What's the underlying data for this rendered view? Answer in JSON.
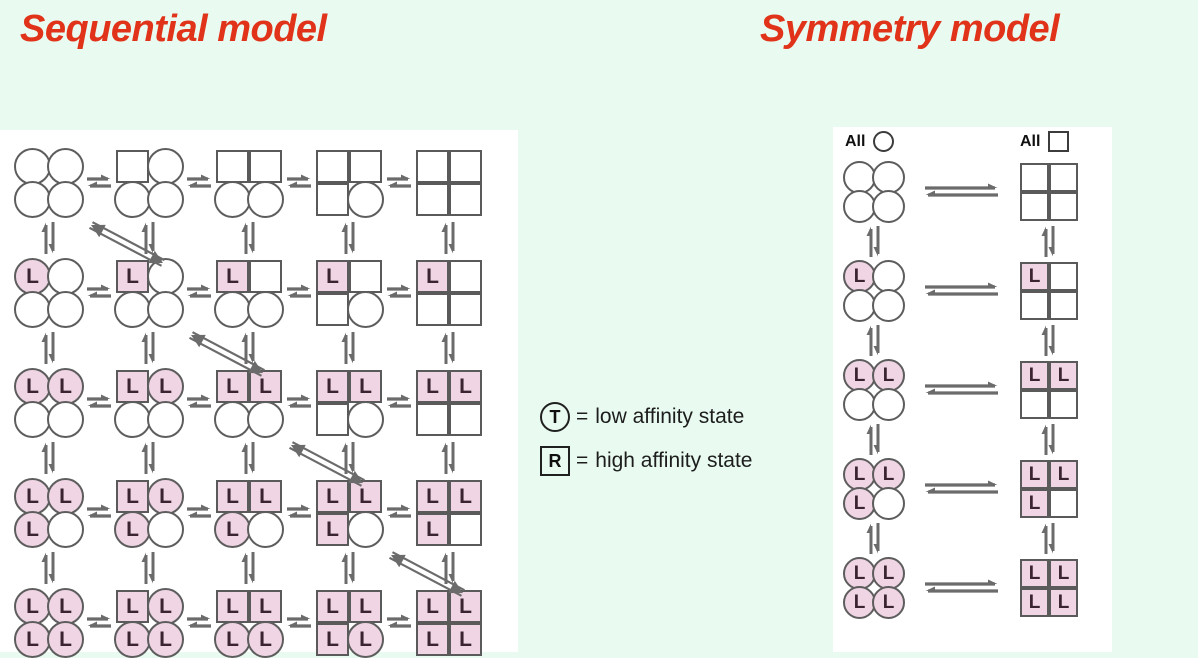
{
  "titles": {
    "sequential": "Sequential model",
    "symmetry": "Symmetry model"
  },
  "colors": {
    "background": "#e9fbf0",
    "panel": "#ffffff",
    "title": "#e03319",
    "ligand_fill": "#f0d5e4",
    "outline": "#5d5d5d",
    "arrow": "#6b6b6b"
  },
  "legend": {
    "items": [
      {
        "key": "T",
        "shape": "circle",
        "equals": "=",
        "label": "low affinity state"
      },
      {
        "key": "R",
        "shape": "square",
        "equals": "=",
        "label": "high affinity state"
      }
    ]
  },
  "ligand_label": "L",
  "sequential": {
    "rows": 5,
    "cols": 5,
    "description": "5x5 grid of tetramer states; rows add one bound ligand (L), columns convert one subunit from circle (T, low affinity) to square (R, high affinity).",
    "states": [
      [
        {
          "shapes": [
            "circle",
            "circle",
            "circle",
            "circle"
          ],
          "bound": [
            false,
            false,
            false,
            false
          ]
        },
        {
          "shapes": [
            "square",
            "circle",
            "circle",
            "circle"
          ],
          "bound": [
            false,
            false,
            false,
            false
          ]
        },
        {
          "shapes": [
            "square",
            "square",
            "circle",
            "circle"
          ],
          "bound": [
            false,
            false,
            false,
            false
          ]
        },
        {
          "shapes": [
            "square",
            "square",
            "square",
            "circle"
          ],
          "bound": [
            false,
            false,
            false,
            false
          ]
        },
        {
          "shapes": [
            "square",
            "square",
            "square",
            "square"
          ],
          "bound": [
            false,
            false,
            false,
            false
          ]
        }
      ],
      [
        {
          "shapes": [
            "circle",
            "circle",
            "circle",
            "circle"
          ],
          "bound": [
            true,
            false,
            false,
            false
          ]
        },
        {
          "shapes": [
            "square",
            "circle",
            "circle",
            "circle"
          ],
          "bound": [
            true,
            false,
            false,
            false
          ]
        },
        {
          "shapes": [
            "square",
            "square",
            "circle",
            "circle"
          ],
          "bound": [
            true,
            false,
            false,
            false
          ]
        },
        {
          "shapes": [
            "square",
            "square",
            "square",
            "circle"
          ],
          "bound": [
            true,
            false,
            false,
            false
          ]
        },
        {
          "shapes": [
            "square",
            "square",
            "square",
            "square"
          ],
          "bound": [
            true,
            false,
            false,
            false
          ]
        }
      ],
      [
        {
          "shapes": [
            "circle",
            "circle",
            "circle",
            "circle"
          ],
          "bound": [
            true,
            true,
            false,
            false
          ]
        },
        {
          "shapes": [
            "square",
            "circle",
            "circle",
            "circle"
          ],
          "bound": [
            true,
            true,
            false,
            false
          ]
        },
        {
          "shapes": [
            "square",
            "square",
            "circle",
            "circle"
          ],
          "bound": [
            true,
            true,
            false,
            false
          ]
        },
        {
          "shapes": [
            "square",
            "square",
            "square",
            "circle"
          ],
          "bound": [
            true,
            true,
            false,
            false
          ]
        },
        {
          "shapes": [
            "square",
            "square",
            "square",
            "square"
          ],
          "bound": [
            true,
            true,
            false,
            false
          ]
        }
      ],
      [
        {
          "shapes": [
            "circle",
            "circle",
            "circle",
            "circle"
          ],
          "bound": [
            true,
            true,
            true,
            false
          ]
        },
        {
          "shapes": [
            "square",
            "circle",
            "circle",
            "circle"
          ],
          "bound": [
            true,
            true,
            true,
            false
          ]
        },
        {
          "shapes": [
            "square",
            "square",
            "circle",
            "circle"
          ],
          "bound": [
            true,
            true,
            true,
            false
          ]
        },
        {
          "shapes": [
            "square",
            "square",
            "square",
            "circle"
          ],
          "bound": [
            true,
            true,
            true,
            false
          ]
        },
        {
          "shapes": [
            "square",
            "square",
            "square",
            "square"
          ],
          "bound": [
            true,
            true,
            true,
            false
          ]
        }
      ],
      [
        {
          "shapes": [
            "circle",
            "circle",
            "circle",
            "circle"
          ],
          "bound": [
            true,
            true,
            true,
            true
          ]
        },
        {
          "shapes": [
            "square",
            "circle",
            "circle",
            "circle"
          ],
          "bound": [
            true,
            true,
            true,
            true
          ]
        },
        {
          "shapes": [
            "square",
            "square",
            "circle",
            "circle"
          ],
          "bound": [
            true,
            true,
            true,
            true
          ]
        },
        {
          "shapes": [
            "square",
            "square",
            "square",
            "circle"
          ],
          "bound": [
            true,
            true,
            true,
            true
          ]
        },
        {
          "shapes": [
            "square",
            "square",
            "square",
            "square"
          ],
          "bound": [
            true,
            true,
            true,
            true
          ]
        }
      ]
    ],
    "diagonal_arrows": 4
  },
  "symmetry": {
    "headers": [
      {
        "text": "All",
        "shape": "circle"
      },
      {
        "text": "All",
        "shape": "square"
      }
    ],
    "rows": 5,
    "description": "Two concerted conformational columns (all-T circles vs all-R squares), five ligation levels 0-4.",
    "states": [
      [
        {
          "shapes": [
            "circle",
            "circle",
            "circle",
            "circle"
          ],
          "bound": [
            false,
            false,
            false,
            false
          ]
        },
        {
          "shapes": [
            "square",
            "square",
            "square",
            "square"
          ],
          "bound": [
            false,
            false,
            false,
            false
          ]
        }
      ],
      [
        {
          "shapes": [
            "circle",
            "circle",
            "circle",
            "circle"
          ],
          "bound": [
            true,
            false,
            false,
            false
          ]
        },
        {
          "shapes": [
            "square",
            "square",
            "square",
            "square"
          ],
          "bound": [
            true,
            false,
            false,
            false
          ]
        }
      ],
      [
        {
          "shapes": [
            "circle",
            "circle",
            "circle",
            "circle"
          ],
          "bound": [
            true,
            true,
            false,
            false
          ]
        },
        {
          "shapes": [
            "square",
            "square",
            "square",
            "square"
          ],
          "bound": [
            true,
            true,
            false,
            false
          ]
        }
      ],
      [
        {
          "shapes": [
            "circle",
            "circle",
            "circle",
            "circle"
          ],
          "bound": [
            true,
            true,
            true,
            false
          ]
        },
        {
          "shapes": [
            "square",
            "square",
            "square",
            "square"
          ],
          "bound": [
            true,
            true,
            true,
            false
          ]
        }
      ],
      [
        {
          "shapes": [
            "circle",
            "circle",
            "circle",
            "circle"
          ],
          "bound": [
            true,
            true,
            true,
            true
          ]
        },
        {
          "shapes": [
            "square",
            "square",
            "square",
            "square"
          ],
          "bound": [
            true,
            true,
            true,
            true
          ]
        }
      ]
    ]
  }
}
